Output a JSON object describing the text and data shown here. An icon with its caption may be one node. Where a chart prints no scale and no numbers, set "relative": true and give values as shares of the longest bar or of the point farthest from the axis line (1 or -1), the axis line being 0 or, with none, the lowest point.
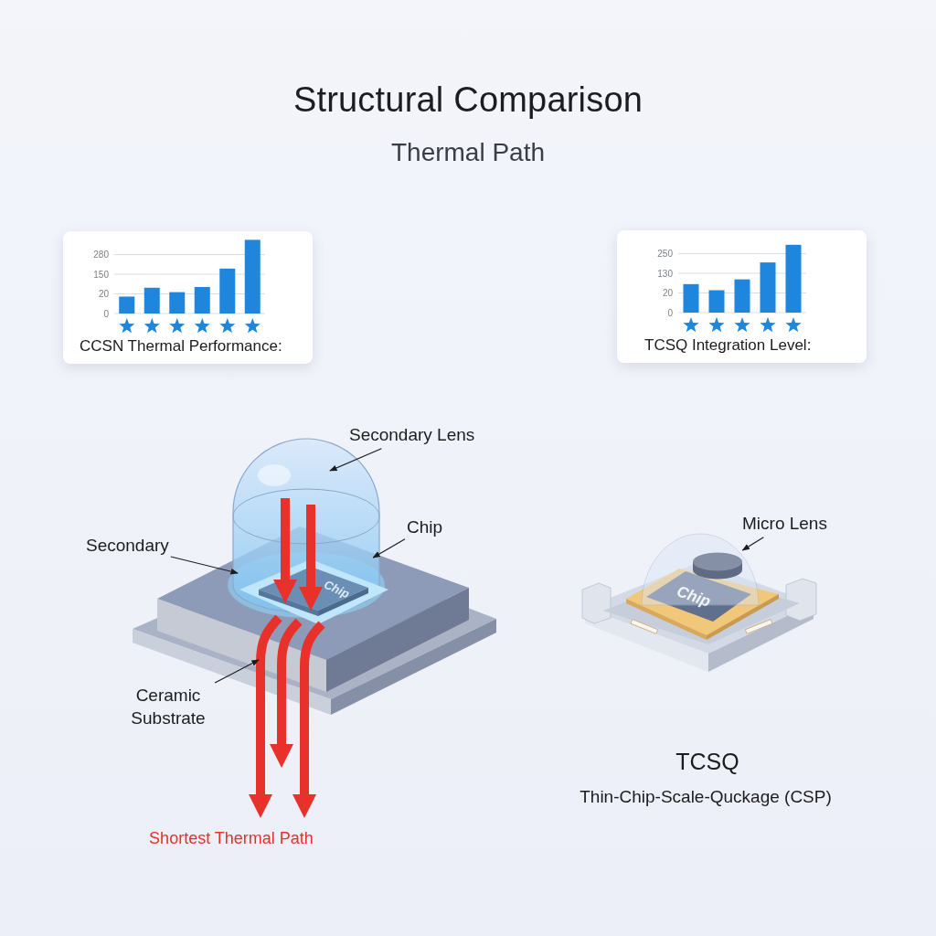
{
  "diagram": {
    "title": "Structural Comparison",
    "nodes": [
      {
        "text": [
          "Secondary Lens"
        ]
      },
      {
        "text": [
          "Secondary"
        ]
      },
      {
        "text": [
          "Chip"
        ]
      },
      {
        "text": [
          "Ceramic Substrate"
        ]
      },
      {
        "text": [
          "Micro Lens"
        ]
      },
      {
        "text": [
          "Chip"
        ]
      },
      {
        "text": [],
        "shape": "cylinder"
      }
    ],
    "edges": [
      {
        "from": 0,
        "to": null,
        "arrow": "to"
      },
      {
        "from": 1,
        "to": 5,
        "arrow": "to"
      },
      {
        "from": 2,
        "to": 5,
        "arrow": "to"
      },
      {
        "from": 3,
        "to": null,
        "arrow": "to"
      },
      {
        "from": 4,
        "to": 6,
        "arrow": "to"
      }
    ],
    "labels": [
      "Thermal Path",
      "280",
      "150",
      "20",
      "0",
      "250",
      "130",
      "20",
      "0",
      "Shortest Thermal Path",
      "Chip",
      "TCSQ",
      "Thin-Chip-Scale-Quckage (CSP)"
    ],
    "chart_data": [
      {
        "type": "bar",
        "title": "CCSN Thermal Performance:",
        "relative": true,
        "series": [
          {
            "color": "#1f86dd",
            "values": [
              0.23,
              0.35,
              0.29,
              0.36,
              0.61,
              1
            ]
          }
        ]
      },
      {
        "type": "bar",
        "title": "TCSQ Integration Level:",
        "relative": true,
        "series": [
          {
            "color": "#1f86dd",
            "values": [
              0.42,
              0.33,
              0.49,
              0.74,
              1
            ]
          }
        ]
      }
    ]
  }
}
